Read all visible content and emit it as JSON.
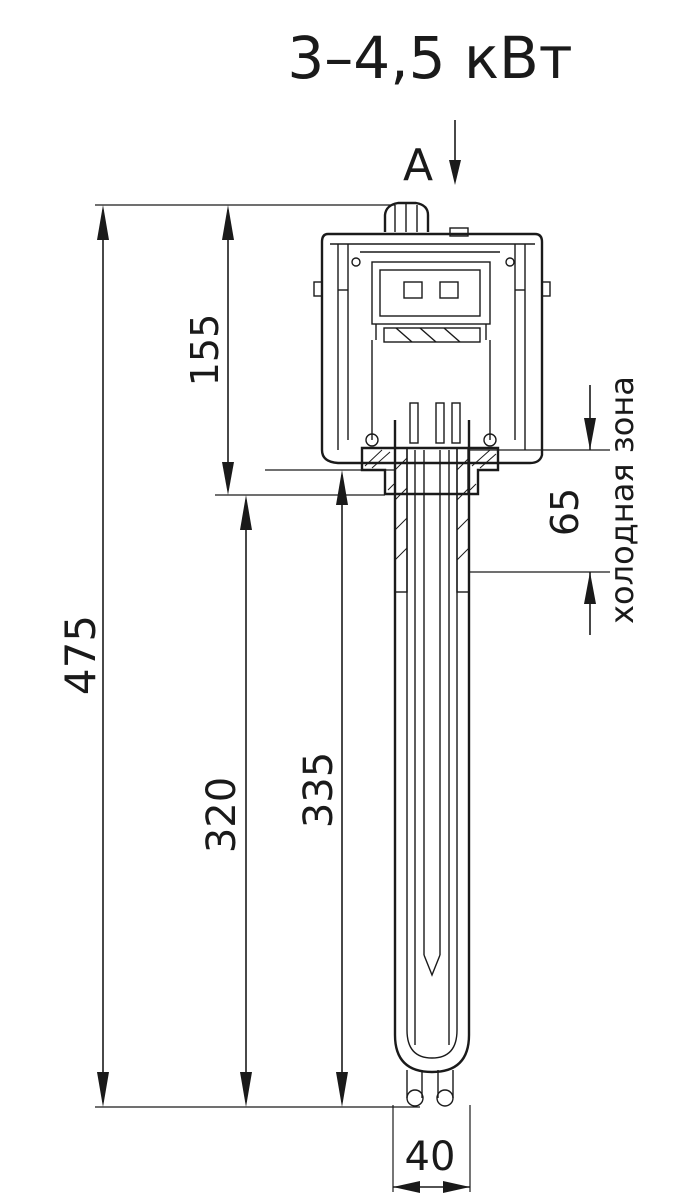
{
  "title": "3–4,5 кВт",
  "view_label": "A",
  "dimensions": {
    "total_length": "475",
    "head_height": "155",
    "immersed_length": "320",
    "heated_length": "335",
    "cold_zone_length": "65",
    "width": "40"
  },
  "labels": {
    "cold_zone": "холодная зона"
  },
  "colors": {
    "line": "#1a1a1a",
    "background": "#ffffff"
  }
}
